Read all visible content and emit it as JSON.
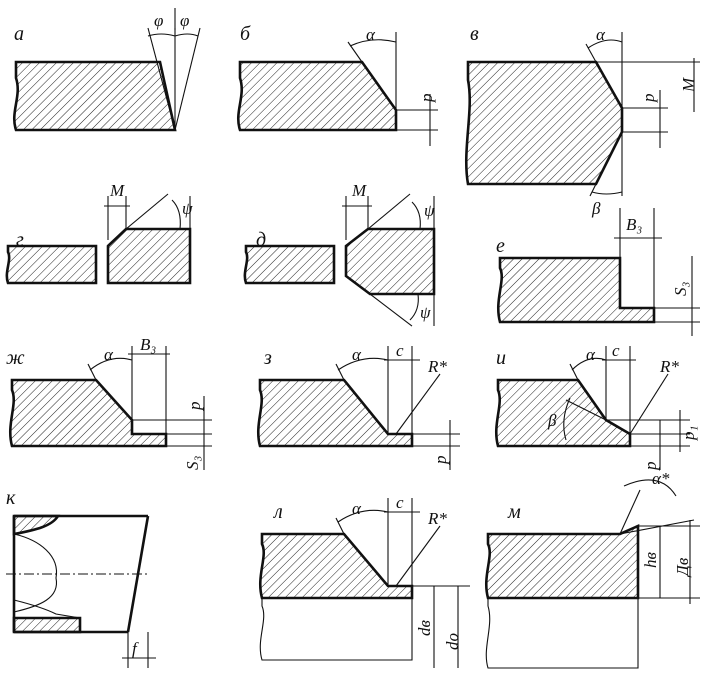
{
  "panels": [
    {
      "id": "a",
      "label": "а",
      "dims": [
        "φ",
        "φ"
      ]
    },
    {
      "id": "b",
      "label": "б",
      "dims": [
        "α",
        "p"
      ]
    },
    {
      "id": "v",
      "label": "в",
      "dims": [
        "α",
        "p",
        "M",
        "β"
      ]
    },
    {
      "id": "g",
      "label": "г",
      "dims": [
        "M",
        "ψ"
      ]
    },
    {
      "id": "d",
      "label": "д",
      "dims": [
        "M",
        "ψ",
        "ψ"
      ]
    },
    {
      "id": "e",
      "label": "е",
      "dims": [
        "B₃",
        "S₃"
      ]
    },
    {
      "id": "zh",
      "label": "ж",
      "dims": [
        "α",
        "B₃",
        "p",
        "S₃"
      ]
    },
    {
      "id": "z",
      "label": "з",
      "dims": [
        "α",
        "c",
        "R*",
        "p"
      ]
    },
    {
      "id": "i",
      "label": "и",
      "dims": [
        "α",
        "c",
        "R*",
        "β",
        "p₁",
        "p"
      ]
    },
    {
      "id": "k",
      "label": "к",
      "dims": [
        "f"
      ]
    },
    {
      "id": "l",
      "label": "л",
      "dims": [
        "α",
        "c",
        "R*",
        "dв",
        "dо"
      ]
    },
    {
      "id": "m",
      "label": "м",
      "dims": [
        "α*",
        "hв",
        "Дв"
      ]
    }
  ]
}
